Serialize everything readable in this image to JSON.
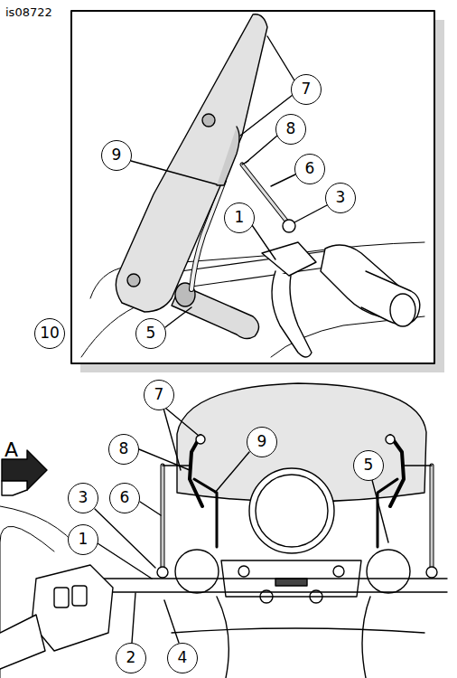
{
  "diagram": {
    "labels": [
      "is08722",
      "7",
      "8",
      "9",
      "6",
      "3",
      "1",
      "10",
      "5",
      "7",
      "8",
      "9",
      "6",
      "5",
      "3",
      "1",
      "2",
      "4",
      "A"
    ]
  }
}
